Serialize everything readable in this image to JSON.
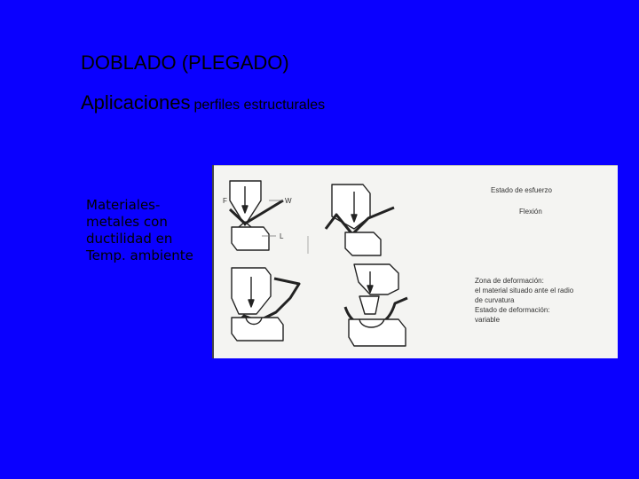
{
  "slide": {
    "title": "DOBLADO (PLEGADO)",
    "subtitle_main": "Aplicaciones",
    "subtitle_detail": "perfiles estructurales",
    "materials_lines": [
      "Materiales-",
      "metales con",
      "ductilidad en",
      "Temp. ambiente"
    ]
  },
  "figure": {
    "label_f": "F",
    "label_w": "W",
    "label_l": "L",
    "estado_esfuerzo": "Estado de esfuerzo",
    "flexion": "Flexión",
    "zona_deformacion": "Zona de deformación:",
    "zona_line1": "el material situado ante el radio",
    "zona_line2": "de curvatura",
    "estado_deformacion": "Estado de deformación:",
    "variable": "variable"
  },
  "colors": {
    "background": "#0a00ff",
    "figure_bg": "#f4f4f2",
    "text": "#000000"
  }
}
